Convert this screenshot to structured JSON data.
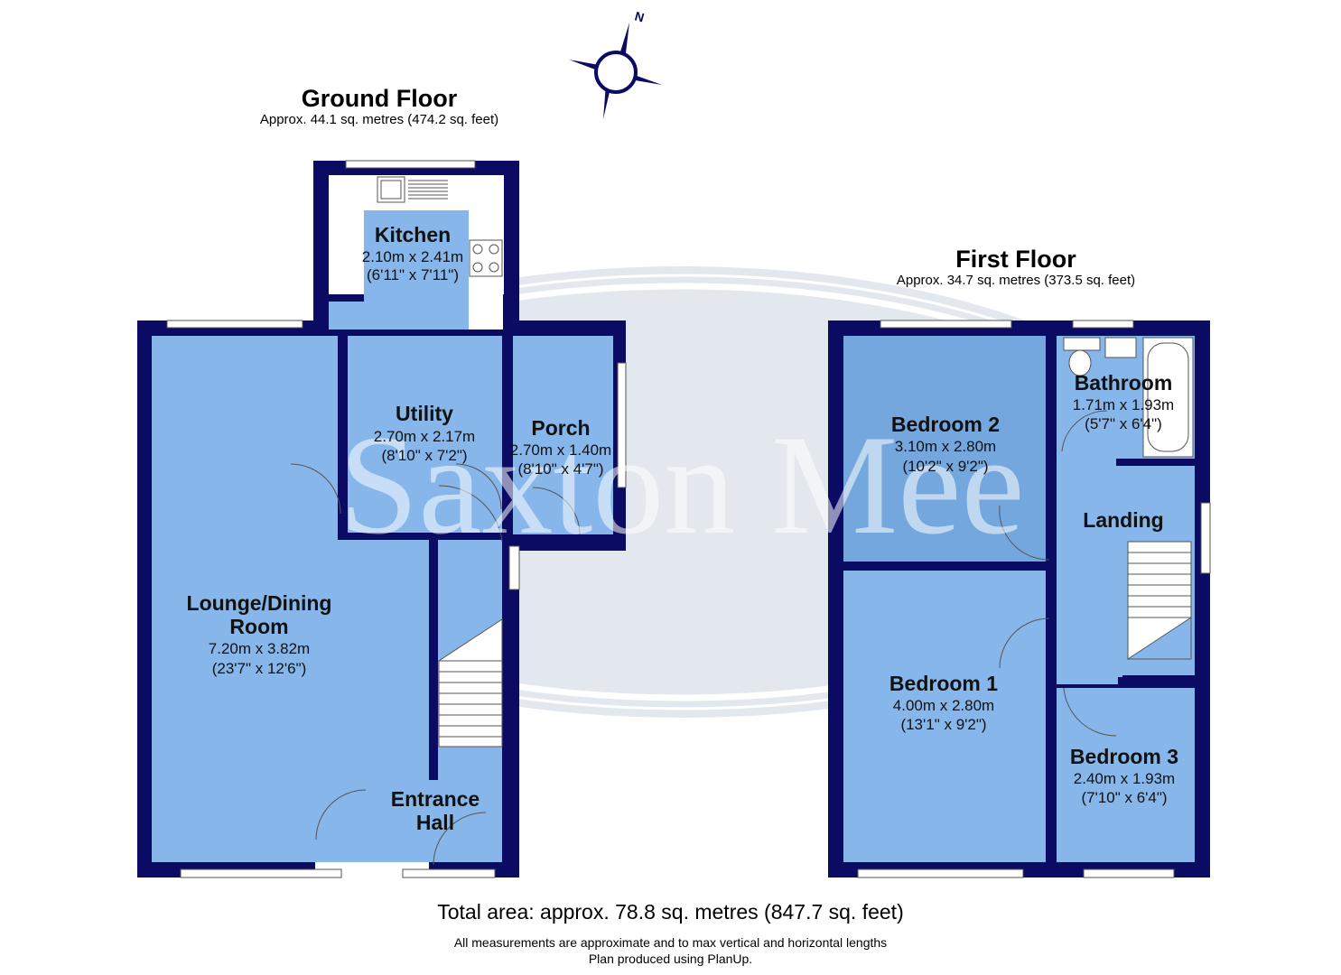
{
  "watermark": {
    "text": "Saxton Mee"
  },
  "compass": {
    "label": "N"
  },
  "ground_floor": {
    "title": "Ground Floor",
    "area": "Approx. 44.1 sq. metres (474.2 sq. feet)",
    "rooms": {
      "kitchen": {
        "name": "Kitchen",
        "metric": "2.10m x 2.41m",
        "imperial": "(6'11\" x 7'11\")"
      },
      "utility": {
        "name": "Utility",
        "metric": "2.70m x 2.17m",
        "imperial": "(8'10\" x 7'2\")"
      },
      "porch": {
        "name": "Porch",
        "metric": "2.70m x 1.40m",
        "imperial": "(8'10\" x 4'7\")"
      },
      "lounge": {
        "name_line1": "Lounge/Dining",
        "name_line2": "Room",
        "metric": "7.20m x 3.82m",
        "imperial": "(23'7\" x 12'6\")"
      },
      "entrance": {
        "name_line1": "Entrance",
        "name_line2": "Hall"
      }
    }
  },
  "first_floor": {
    "title": "First Floor",
    "area": "Approx. 34.7 sq. metres (373.5 sq. feet)",
    "rooms": {
      "bedroom2": {
        "name": "Bedroom 2",
        "metric": "3.10m x 2.80m",
        "imperial": "(10'2\" x 9'2\")"
      },
      "bathroom": {
        "name": "Bathroom",
        "metric": "1.71m x 1.93m",
        "imperial": "(5'7\" x 6'4\")"
      },
      "landing": {
        "name": "Landing"
      },
      "bedroom1": {
        "name": "Bedroom 1",
        "metric": "4.00m x 2.80m",
        "imperial": "(13'1\" x 9'2\")"
      },
      "bedroom3": {
        "name": "Bedroom 3",
        "metric": "2.40m x 1.93m",
        "imperial": "(7'10\" x 6'4\")"
      }
    }
  },
  "footer": {
    "total": "Total area: approx. 78.8 sq. metres (847.7 sq. feet)",
    "note1": "All measurements are approximate and to max vertical and horizontal lengths",
    "note2": "Plan produced using PlanUp."
  },
  "colors": {
    "wall": "#0b0b63",
    "room_fill": "#86b6ea",
    "room_fill_dark": "#74a7de",
    "watermark": "#dde4ee"
  }
}
